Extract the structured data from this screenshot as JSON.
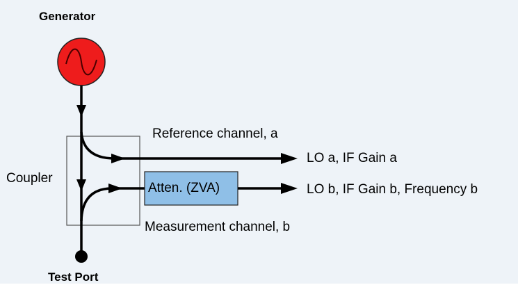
{
  "diagram": {
    "generator_label": "Generator",
    "test_port_label": "Test Port",
    "coupler_label": "Coupler",
    "reference_channel_label": "Reference channel, a",
    "measurement_channel_label": "Measurement channel, b",
    "attenuator_label": "Atten. (ZVA)",
    "output_a_label": "LO a, IF Gain a",
    "output_b_label": "LO b, IF Gain b, Frequency b"
  },
  "colors": {
    "generator_fill": "#ee1c1c",
    "attenuator_fill": "#8fbfe7",
    "line": "#000000",
    "background": "#eef3f8"
  }
}
